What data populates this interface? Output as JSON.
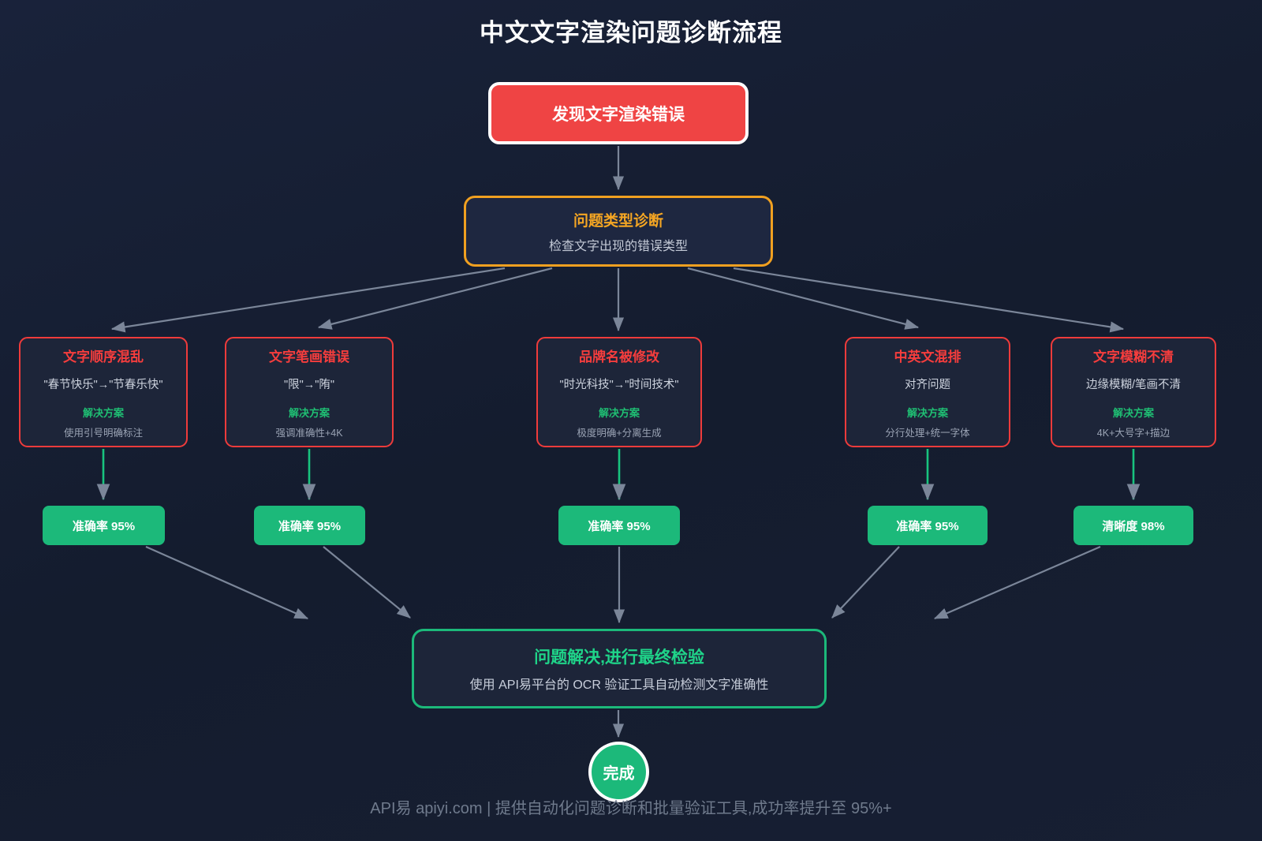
{
  "title": "中文文字渲染问题诊断流程",
  "start": {
    "label": "发现文字渲染错误"
  },
  "diagnose": {
    "title": "问题类型诊断",
    "subtitle": "检查文字出现的错误类型"
  },
  "solution_label": "解决方案",
  "problems": [
    {
      "title": "文字顺序混乱",
      "example": "\"春节快乐\"→\"节春乐快\"",
      "solution_label": "解决方案",
      "solution": "使用引号明确标注",
      "result": "准确率 95%"
    },
    {
      "title": "文字笔画错误",
      "example": "\"限\"→\"陏\"",
      "solution_label": "解决方案",
      "solution": "强调准确性+4K",
      "result": "准确率 95%"
    },
    {
      "title": "品牌名被修改",
      "example": "\"时光科技\"→\"时间技术\"",
      "solution_label": "解决方案",
      "solution": "极度明确+分离生成",
      "result": "准确率 95%"
    },
    {
      "title": "中英文混排",
      "example": "对齐问题",
      "solution_label": "解决方案",
      "solution": "分行处理+统一字体",
      "result": "准确率 95%"
    },
    {
      "title": "文字模糊不清",
      "example": "边缘模糊/笔画不清",
      "solution_label": "解决方案",
      "solution": "4K+大号字+描边",
      "result": "清晰度 98%"
    }
  ],
  "final": {
    "title": "问题解决,进行最终检验",
    "subtitle": "使用 API易平台的 OCR 验证工具自动检测文字准确性"
  },
  "end": {
    "label": "完成"
  },
  "footer": "API易 apiyi.com | 提供自动化问题诊断和批量验证工具,成功率提升至 95%+",
  "colors": {
    "background": "#151d30",
    "start_fill": "#ef4444",
    "diagnose_border": "#f0a020",
    "problem_border": "#ef3b3b",
    "success_green": "#1cb97a",
    "edge_gray": "#7b8699",
    "text_muted": "#9aa3b4"
  }
}
